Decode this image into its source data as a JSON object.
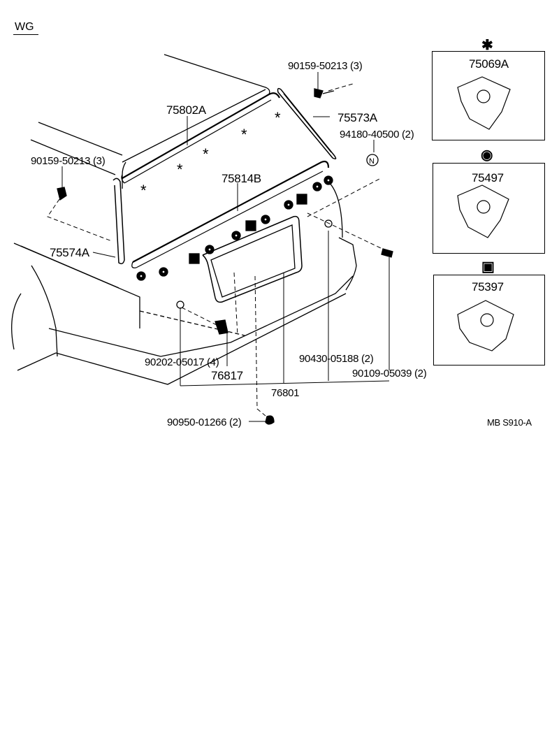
{
  "header": {
    "model_code": "WG"
  },
  "footer": {
    "diagram_ref": "MB  S910-A"
  },
  "callouts": [
    {
      "id": "75802A",
      "label": "75802A"
    },
    {
      "id": "75814B",
      "label": "75814B"
    },
    {
      "id": "90159-50213-left",
      "label": "90159-50213 (3)"
    },
    {
      "id": "90159-50213-top",
      "label": "90159-50213 (3)"
    },
    {
      "id": "75573A",
      "label": "75573A"
    },
    {
      "id": "94180-40500",
      "label": "94180-40500 (2)"
    },
    {
      "id": "75574A",
      "label": "75574A"
    },
    {
      "id": "90202-05017",
      "label": "90202-05017  (4)"
    },
    {
      "id": "76817",
      "label": "76817"
    },
    {
      "id": "76801",
      "label": "76801"
    },
    {
      "id": "90430-05188",
      "label": "90430-05188 (2)"
    },
    {
      "id": "90109-05039",
      "label": "90109-05039 (2)"
    },
    {
      "id": "90950-01266",
      "label": "90950-01266 (2)"
    }
  ],
  "legend": [
    {
      "symbol": "✱",
      "symbol_name": "asterisk",
      "part": "75069A"
    },
    {
      "symbol": "◉",
      "symbol_name": "ring",
      "part": "75497"
    },
    {
      "symbol": "▣",
      "symbol_name": "square",
      "part": "75397"
    }
  ]
}
